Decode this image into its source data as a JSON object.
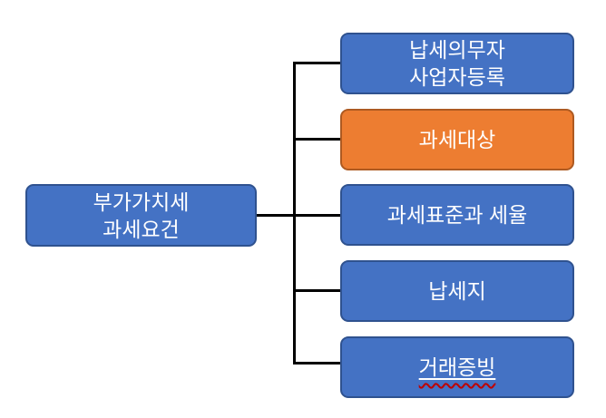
{
  "diagram": {
    "type": "hierarchy-tree",
    "background": "#FFFFFF",
    "connector_color": "#000000",
    "text_color": "#FFFFFF",
    "root": {
      "line1": "부가가치세",
      "line2": "과세요건",
      "fill": "#4472C4",
      "border": "#2F528F"
    },
    "children": [
      {
        "line1": "납세의무자",
        "line2": "사업자등록",
        "fill": "#4472C4",
        "border": "#2F528F"
      },
      {
        "label": "과세대상",
        "fill": "#ED7D31",
        "border": "#AE5A21"
      },
      {
        "label": "과세표준과 세율",
        "fill": "#4472C4",
        "border": "#2F528F"
      },
      {
        "label": "납세지",
        "fill": "#4472C4",
        "border": "#2F528F"
      },
      {
        "label": "거래증빙",
        "fill": "#4472C4",
        "border": "#2F528F",
        "underlined": true,
        "spellcheck_squiggle": true
      }
    ]
  }
}
